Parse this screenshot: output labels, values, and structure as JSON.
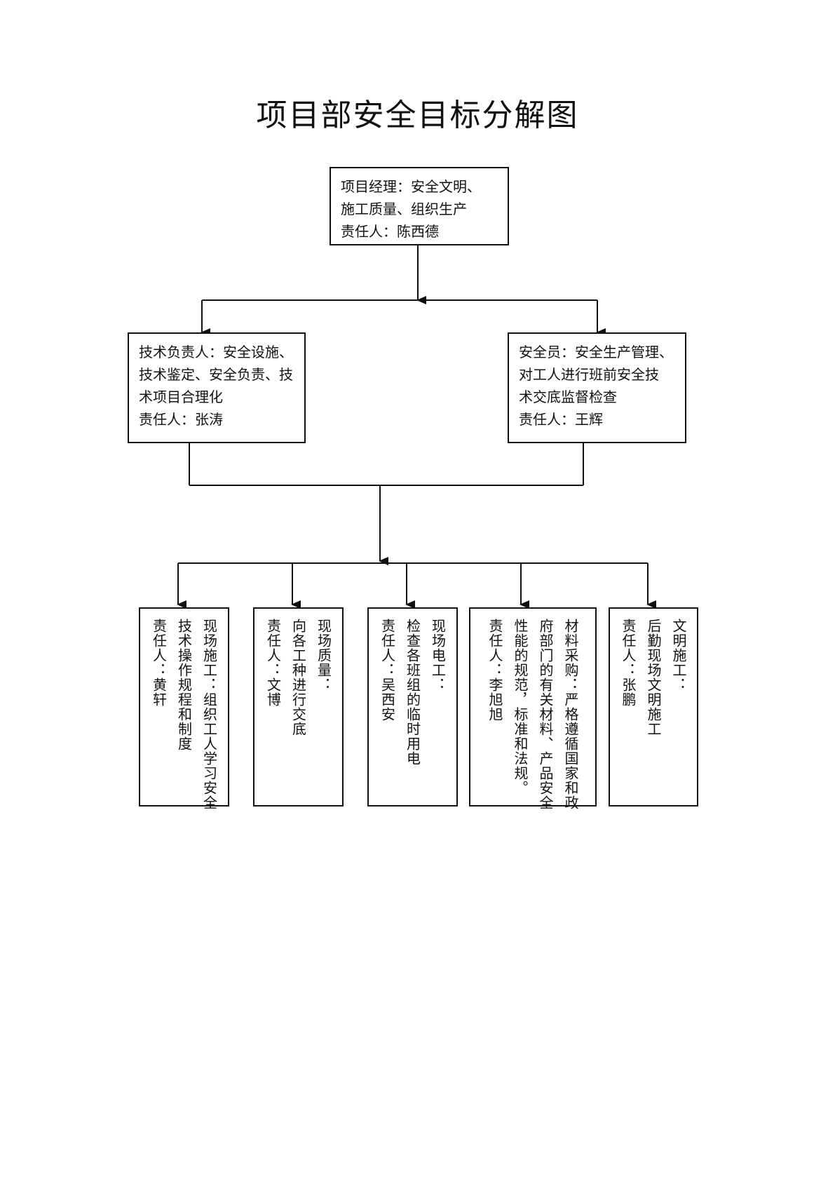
{
  "title": "项目部安全目标分解图",
  "top": {
    "line1": "项目经理：安全文明、",
    "line2": "施工质量、组织生产",
    "line3": "责任人：陈西德"
  },
  "left": {
    "line1": "技术负责人：安全设施、",
    "line2": "技术鉴定、安全负责、技",
    "line3": "术项目合理化",
    "line4": "责任人：张涛"
  },
  "right": {
    "line1": "安全员：安全生产管理、",
    "line2": "对工人进行班前安全技",
    "line3": "术交底监督检查",
    "line4": "责任人：王辉"
  },
  "bottom": [
    {
      "col1": "现场施工：组织工人学习安全",
      "col2": "技术操作规程和制度",
      "col3": "责任人：黄轩"
    },
    {
      "col1": "现场质量：",
      "col2": "向各工种进行交底",
      "col3": "责任人：文博"
    },
    {
      "col1": "现场电工：",
      "col2": "检查各班组的临时用电",
      "col3": "责任人：吴西安"
    },
    {
      "col1": "材料采购：严格遵循国家和政",
      "col2": "府部门的有关材料、产品安全",
      "col3": "性能的规范，标准和法规。",
      "col4": "责任人：李旭旭"
    },
    {
      "col1": "文明施工：",
      "col2": "后勤现场文明施工",
      "col3": "责任人：张鹏"
    }
  ]
}
